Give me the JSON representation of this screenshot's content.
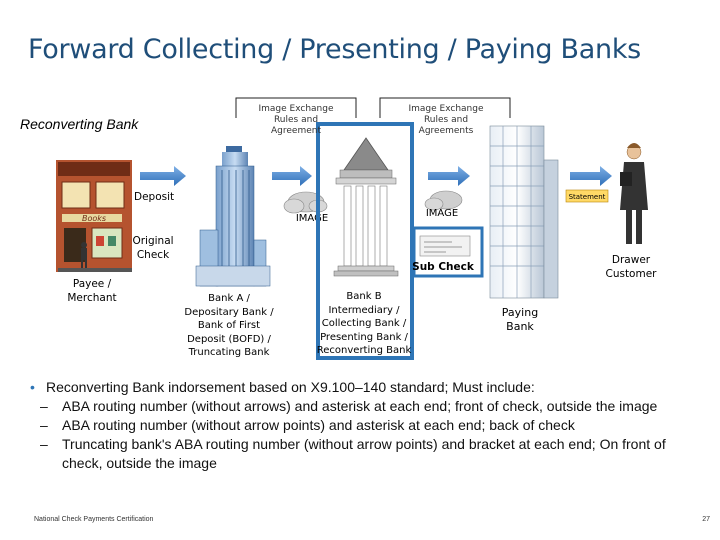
{
  "title": "Forward Collecting / Presenting / Paying Banks",
  "subtitle": "Reconverting Bank",
  "diagram": {
    "rules_left": "Image Exchange\nRules and\nAgreement",
    "rules_right": "Image Exchange\nRules and\nAgreements",
    "deposit": "Deposit",
    "store_sign": "Books",
    "original_check": "Original\nCheck",
    "payee": "Payee /\nMerchant",
    "image_left": "IMAGE",
    "image_right": "IMAGE",
    "sub_check": "Sub Check",
    "statement": "Statement",
    "drawer": "Drawer\nCustomer",
    "bank_a": "Bank A /\nDepositary Bank /\nBank of First\nDeposit (BOFD) /\nTruncating Bank",
    "bank_b": "Bank B\nIntermediary /\nCollecting Bank /\nPresenting Bank /\nReconverting Bank",
    "paying_bank": "Paying\nBank",
    "colors": {
      "highlight": "#2e75b6",
      "arrow": "#4a86c8",
      "title": "#1f4e79"
    }
  },
  "bullets": {
    "main": "Reconverting Bank indorsement based on X9.100–140 standard;  Must include:",
    "subs": [
      "ABA routing number (without arrows) and asterisk at each end; front of check, outside the image",
      "ABA routing number (without arrow points) and asterisk at each end; back of check",
      "Truncating bank's ABA routing number (without arrow points) and bracket at each end; On  front of check, outside the image"
    ]
  },
  "footer": {
    "left": "National Check Payments Certification",
    "page": "27"
  }
}
